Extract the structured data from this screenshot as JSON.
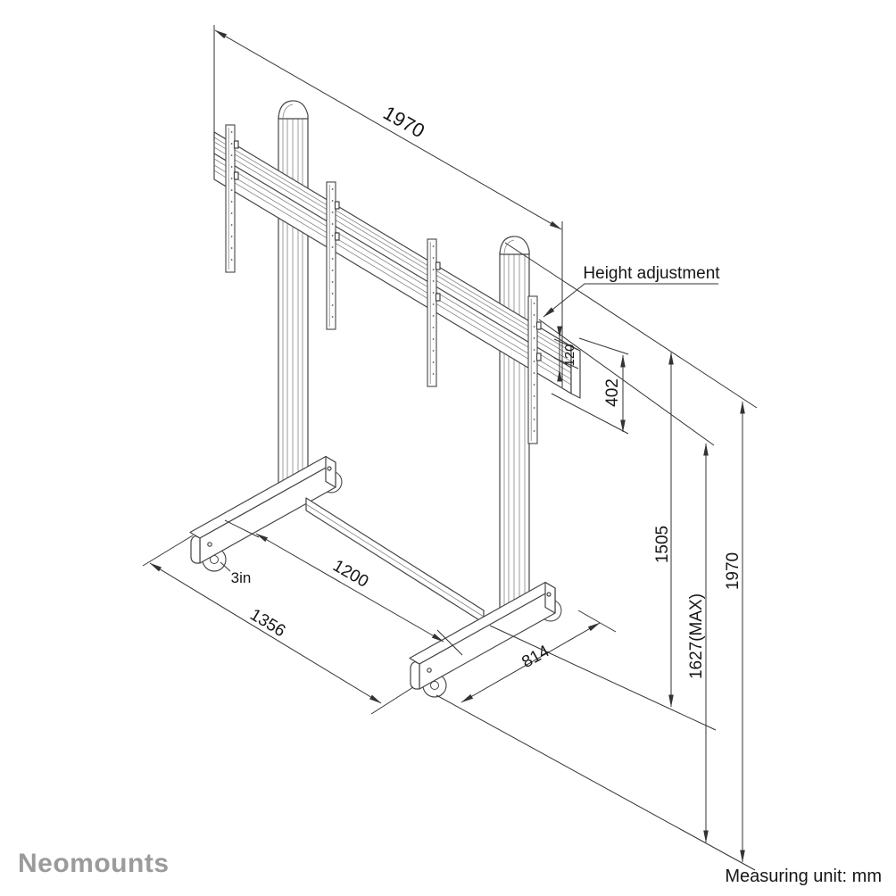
{
  "drawing": {
    "type": "technical-dimension-drawing",
    "subject": "mobile dual-display floor stand, isometric view",
    "labels": {
      "width_top": "1970",
      "height_adjustment": "Height adjustment",
      "rail_height": "120",
      "adjust_range": "402",
      "mount_height": "1505",
      "max_height": "1627(MAX)",
      "total_height": "1970",
      "inner_span": "1200",
      "outer_span": "1356",
      "base_depth": "814",
      "caster_size": "3in"
    }
  },
  "footer": {
    "logo": "Neomounts",
    "unit": "Measuring unit: mm"
  },
  "colors": {
    "line": "#454545",
    "inner": "#7e7e7e",
    "dim": "#333333",
    "logo": "#9b9b9b",
    "bg": "#ffffff"
  }
}
